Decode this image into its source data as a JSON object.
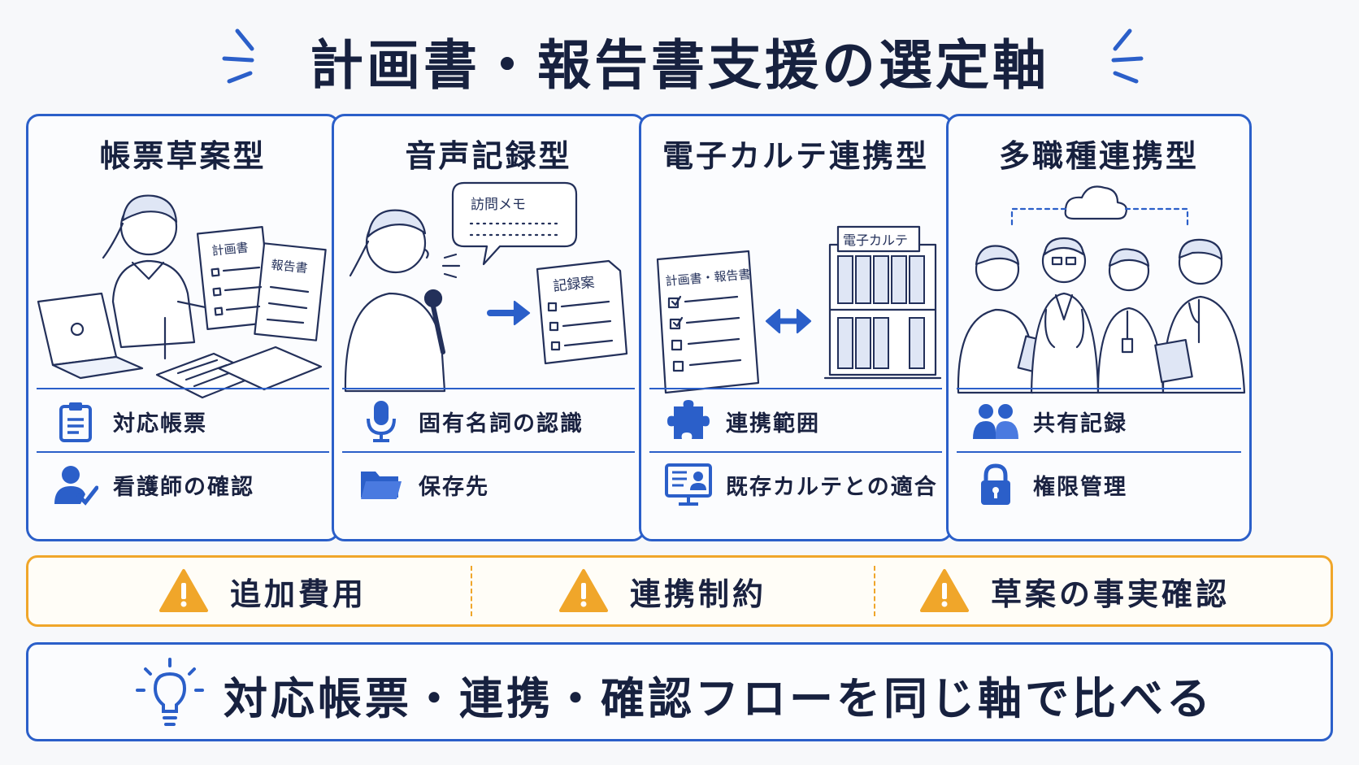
{
  "title": "計画書・報告書支援の選定軸",
  "cards": [
    {
      "title": "帳票草案型",
      "illustration_labels": [
        "計画書",
        "報告書"
      ],
      "rows": [
        {
          "label": "対応帳票",
          "icon": "clipboard-icon"
        },
        {
          "label": "看護師の確認",
          "icon": "nurse-check-icon"
        }
      ]
    },
    {
      "title": "音声記録型",
      "illustration_labels": [
        "訪問メモ",
        "記録案"
      ],
      "rows": [
        {
          "label": "固有名詞の認識",
          "icon": "microphone-icon"
        },
        {
          "label": "保存先",
          "icon": "folder-icon"
        }
      ]
    },
    {
      "title": "電子カルテ連携型",
      "illustration_labels": [
        "計画書・報告書",
        "電子カルテ"
      ],
      "rows": [
        {
          "label": "連携範囲",
          "icon": "puzzle-icon"
        },
        {
          "label": "既存カルテとの適合",
          "icon": "monitor-profile-icon"
        }
      ]
    },
    {
      "title": "多職種連携型",
      "illustration_labels": [],
      "rows": [
        {
          "label": "共有記録",
          "icon": "people-icon"
        },
        {
          "label": "権限管理",
          "icon": "lock-icon"
        }
      ]
    }
  ],
  "warnings": [
    {
      "label": "追加費用",
      "icon": "warning-icon"
    },
    {
      "label": "連携制約",
      "icon": "warning-icon"
    },
    {
      "label": "草案の事実確認",
      "icon": "warning-icon"
    }
  ],
  "summary": {
    "label": "対応帳票・連携・確認フローを同じ軸で比べる",
    "icon": "lightbulb-icon"
  },
  "colors": {
    "primary": "#2b5fc9",
    "warning": "#f0a62a",
    "text": "#17213f"
  }
}
